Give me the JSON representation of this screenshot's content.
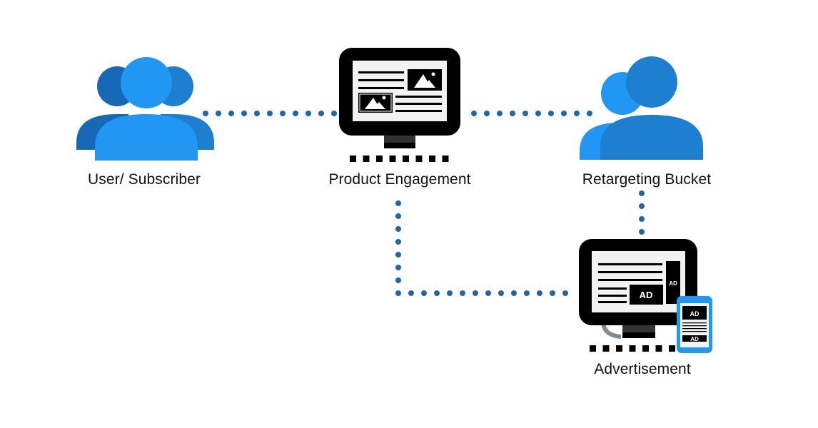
{
  "nodes": {
    "user": {
      "label": "User/ Subscriber",
      "icon": "users-group-icon"
    },
    "product": {
      "label": "Product Engagement",
      "icon": "monitor-content-icon"
    },
    "retargeting": {
      "label": "Retargeting Bucket",
      "icon": "user-pair-icon"
    },
    "advertisement": {
      "label": "Advertisement",
      "icon": "monitor-ad-icon",
      "ad_text": "AD"
    }
  },
  "connections": [
    {
      "from": "user",
      "to": "product",
      "style": "dotted"
    },
    {
      "from": "product",
      "to": "retargeting",
      "style": "dotted"
    },
    {
      "from": "retargeting",
      "to": "advertisement",
      "style": "dotted"
    },
    {
      "from": "product",
      "to": "advertisement",
      "style": "dotted"
    }
  ],
  "colors": {
    "dot": "#2166a8",
    "blue_light": "#2196f3",
    "blue_mid": "#1e7fd0",
    "blue_dark": "#1769b6",
    "monitor": "#000000",
    "screen": "#f2f2f2"
  }
}
